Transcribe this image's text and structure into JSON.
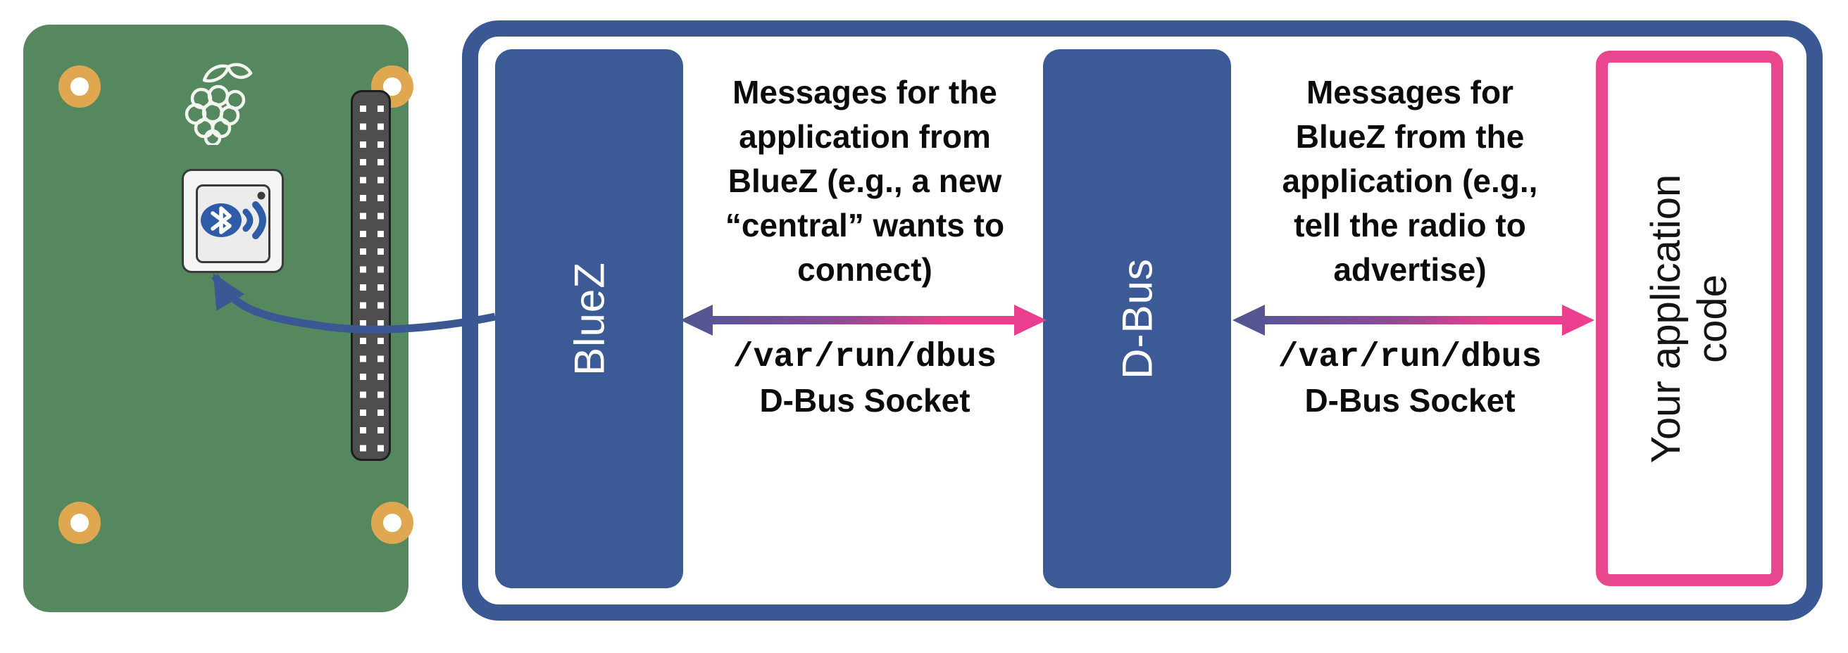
{
  "colors": {
    "deep_blue": "#3B5794",
    "block_blue": "#3C5A96",
    "pink": "#E8478F",
    "pink_bright": "#EB3E8E",
    "arrow_start": "#4D5692",
    "arrow_mid": "#8F4C93",
    "board_green": "#55885F",
    "gold": "#DFA850",
    "bt_blue": "#2E5CA6",
    "module_bg": "#F4F4F4",
    "module_inner_bg": "#ECECEC",
    "gpio_dark": "#4E4E4E",
    "pin_white": "#FFFFFF"
  },
  "board": {
    "raspberry_logo_icon": "raspberry-logo",
    "bluetooth_icon": "bluetooth-radio-icon"
  },
  "container": {
    "blocks": {
      "bluez_label": "BlueZ",
      "dbus_label": "D-Bus",
      "app_line1": "Your application",
      "app_line2": "code"
    },
    "notes": {
      "left": {
        "lines": [
          "Messages for the",
          "application from",
          "BlueZ (e.g., a new",
          "“central” wants to",
          "connect)"
        ]
      },
      "right": {
        "lines": [
          "Messages for",
          "BlueZ from the",
          "application (e.g.,",
          "tell the radio to",
          "advertise)"
        ]
      }
    },
    "sockets": {
      "left": {
        "path": "/var/run/dbus",
        "label": "D-Bus Socket"
      },
      "right": {
        "path": "/var/run/dbus",
        "label": "D-Bus Socket"
      }
    }
  }
}
